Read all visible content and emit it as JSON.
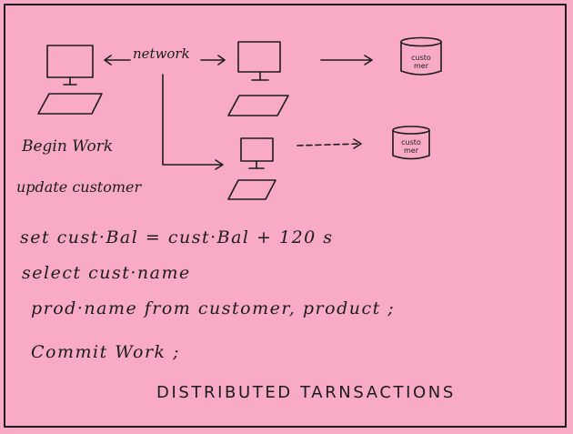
{
  "diagram": {
    "network_label": "network",
    "db_top_label": "custo mer",
    "db_bottom_label": "custo mer",
    "begin_work": "Begin Work",
    "update_customer": "update customer"
  },
  "code_lines": [
    "set cust·Bal = cust·Bal + 120 s",
    "select cust·name",
    "prod·name from customer, product ;",
    "Commit Work ;"
  ],
  "caption": "DISTRIBUTED TARNSACTIONS",
  "colors": {
    "background": "#f9aac6",
    "ink": "#1c1c1c"
  }
}
